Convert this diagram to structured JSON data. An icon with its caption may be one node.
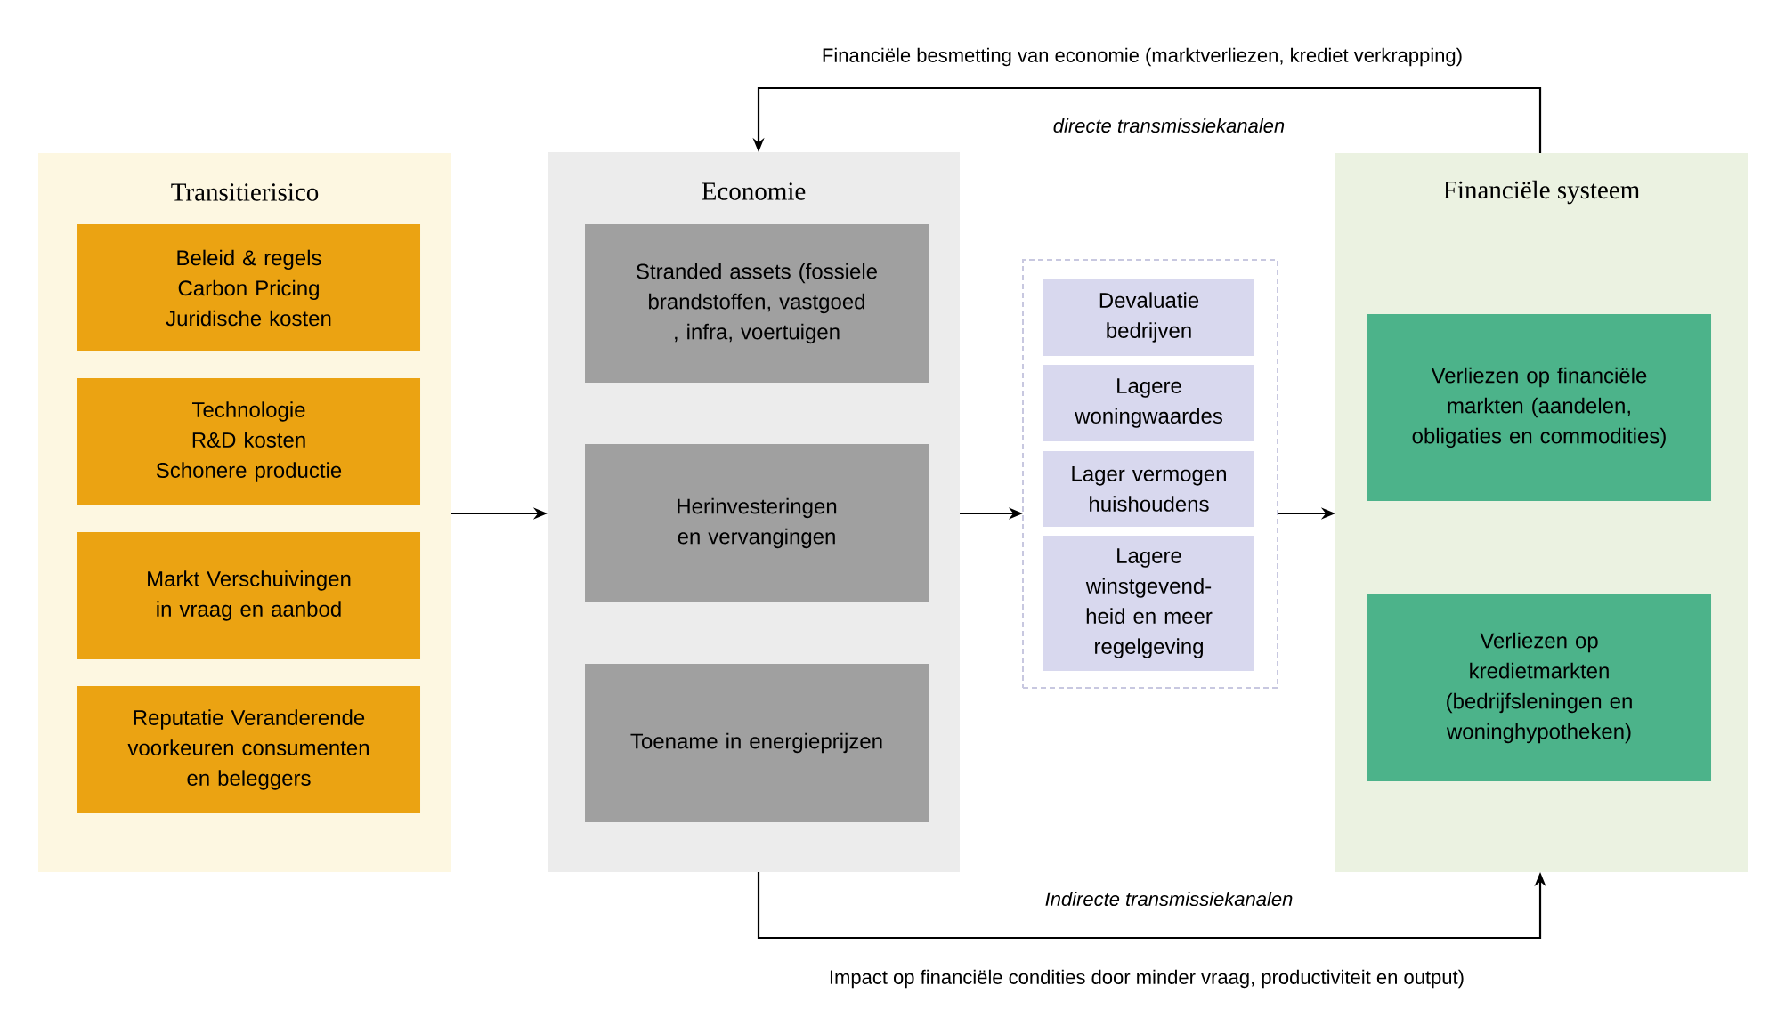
{
  "diagram": {
    "nodes": [
      {
        "text": [
          "Transitierisico"
        ]
      },
      {
        "text": [
          "Beleid & regels Carbon Pricing Juridische kosten"
        ],
        "in": 0
      },
      {
        "text": [
          "Technologie R&D kosten Schonere productie"
        ],
        "in": 0
      },
      {
        "text": [
          "Markt Verschuivingen in vraag en aanbod"
        ],
        "in": 0
      },
      {
        "text": [
          "Reputatie Veranderende voorkeuren consumenten en beleggers"
        ],
        "in": 0
      },
      {
        "text": [
          "Economie"
        ]
      },
      {
        "text": [
          "Stranded assets (fossiele brandstoffen, vastgoed , infra, voertuigen"
        ],
        "in": 5
      },
      {
        "text": [
          "Herinvesteringen en vervangingen"
        ],
        "in": 5
      },
      {
        "text": [
          "Toename in energieprijzen"
        ],
        "in": 5
      },
      {
        "text": [],
        "shape": "box"
      },
      {
        "text": [
          "Devaluatie bedrijven"
        ],
        "in": 9
      },
      {
        "text": [
          "Lagere woningwaardes"
        ],
        "in": 9
      },
      {
        "text": [
          "Lager vermogen huishoudens"
        ],
        "in": 9
      },
      {
        "text": [
          "Lagere winstgevend- heid en meer regelgeving"
        ],
        "in": 9
      },
      {
        "text": [
          "Financiële systeem"
        ]
      },
      {
        "text": [
          "Verliezen op financiële markten (aandelen, obligaties en commodities)"
        ],
        "in": 14
      },
      {
        "text": [
          "Verliezen op kredietmarkten (bedrijfsleningen en woninghypotheken)"
        ],
        "in": 14
      }
    ],
    "edges": [
      {
        "from": 0,
        "to": 5,
        "arrow": "to"
      },
      {
        "from": 5,
        "to": 9,
        "arrow": "to"
      },
      {
        "from": 9,
        "to": 14,
        "arrow": "to"
      },
      {
        "from": 14,
        "to": 5,
        "arrow": "to",
        "label": "directe transmissiekanalen"
      },
      {
        "from": 5,
        "to": 14,
        "arrow": "to",
        "label": "Indirecte transmissiekanalen"
      }
    ],
    "labels": [
      "Financiële besmetting van economie (marktverliezen, krediet verkrapping)",
      "Impact op financiële condities door minder vraag, productiviteit en output)"
    ]
  }
}
